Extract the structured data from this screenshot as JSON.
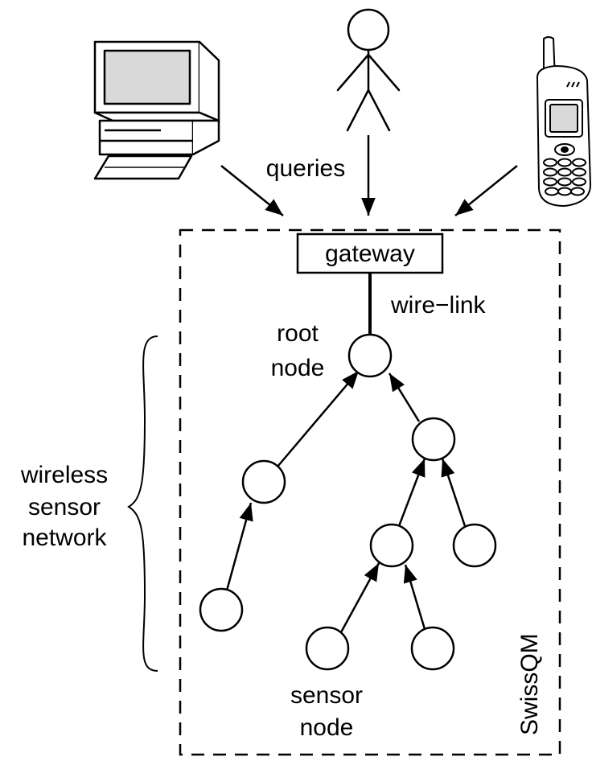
{
  "labels": {
    "queries": "queries",
    "gateway": "gateway",
    "wire_link": "wire−link",
    "root_node_line1": "root",
    "root_node_line2": "node",
    "wsn_line1": "wireless",
    "wsn_line2": "sensor",
    "wsn_line3": "network",
    "sensor_node_line1": "sensor",
    "sensor_node_line2": "node",
    "system_name": "SwissQM"
  },
  "icons": {
    "desktop": "desktop-computer-icon",
    "user": "stick-figure-user-icon",
    "phone": "mobile-phone-icon"
  },
  "colors": {
    "stroke": "#000000",
    "screen": "#d9d9d9",
    "background": "#ffffff"
  }
}
